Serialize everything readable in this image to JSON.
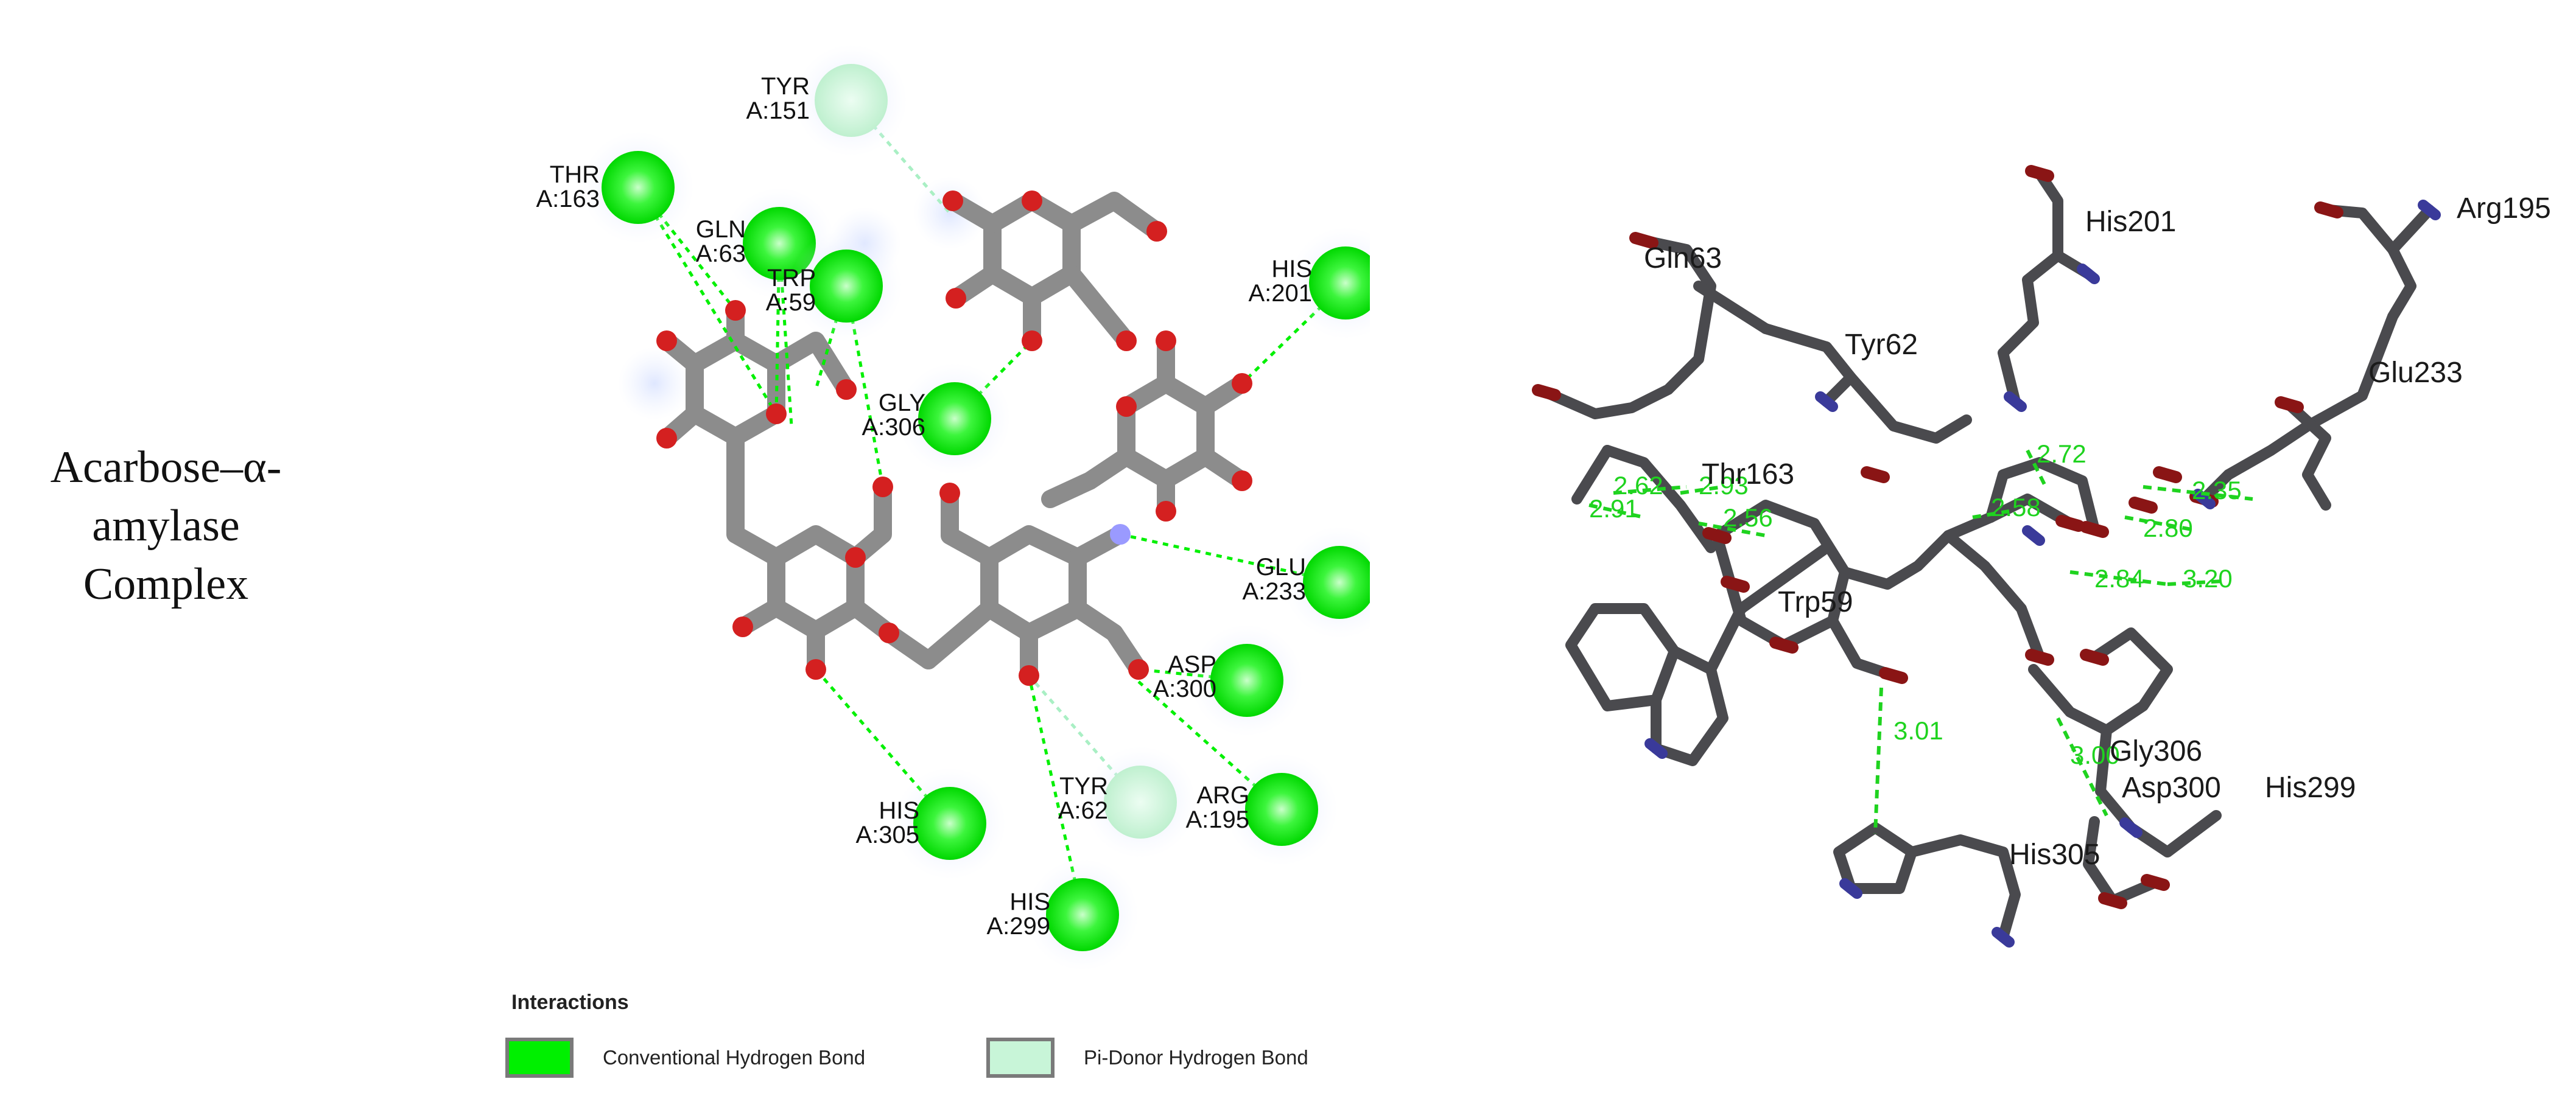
{
  "caption": [
    "Acarbose–α-",
    "amylase",
    "Complex"
  ],
  "residues_2d": [
    {
      "name": "TYR",
      "num": "A:151",
      "kind": "pi-donor"
    },
    {
      "name": "THR",
      "num": "A:163",
      "kind": "conventional"
    },
    {
      "name": "GLN",
      "num": "A:63",
      "kind": "conventional"
    },
    {
      "name": "TRP",
      "num": "A:59",
      "kind": "conventional"
    },
    {
      "name": "GLY",
      "num": "A:306",
      "kind": "conventional"
    },
    {
      "name": "HIS",
      "num": "A:201",
      "kind": "conventional"
    },
    {
      "name": "GLU",
      "num": "A:233",
      "kind": "conventional"
    },
    {
      "name": "ASP",
      "num": "A:300",
      "kind": "conventional"
    },
    {
      "name": "ARG",
      "num": "A:195",
      "kind": "conventional"
    },
    {
      "name": "TYR",
      "num": "A:62",
      "kind": "pi-donor"
    },
    {
      "name": "HIS",
      "num": "A:305",
      "kind": "conventional"
    },
    {
      "name": "HIS",
      "num": "A:299",
      "kind": "conventional"
    }
  ],
  "legend": {
    "title": "Interactions",
    "items": [
      {
        "label": "Conventional Hydrogen Bond",
        "color": "#00f000"
      },
      {
        "label": "Pi-Donor Hydrogen Bond",
        "color": "#c8f5d8"
      }
    ]
  },
  "residues_3d": [
    "Gln63",
    "His201",
    "Arg195",
    "Tyr62",
    "Glu233",
    "Thr163",
    "Trp59",
    "Gly306",
    "Asp300",
    "His299",
    "His305"
  ],
  "distances_3d": [
    "2.72",
    "2.62",
    "2.93",
    "2.91",
    "2.56",
    "2.35",
    "2.80",
    "2.84",
    "3.20",
    "2.58",
    "3.01",
    "3.00"
  ],
  "colors": {
    "conventional": "#00f000",
    "pi_donor": "#c8f5d8",
    "carbon": "#8c8c8c",
    "oxygen": "#d42020",
    "nitrogen": "#9a9aff",
    "stick3d": "#4a4a4e",
    "oxygen3d": "#8a1515",
    "nitrogen3d": "#3a3a9a",
    "hbond": "#1fd31f"
  }
}
